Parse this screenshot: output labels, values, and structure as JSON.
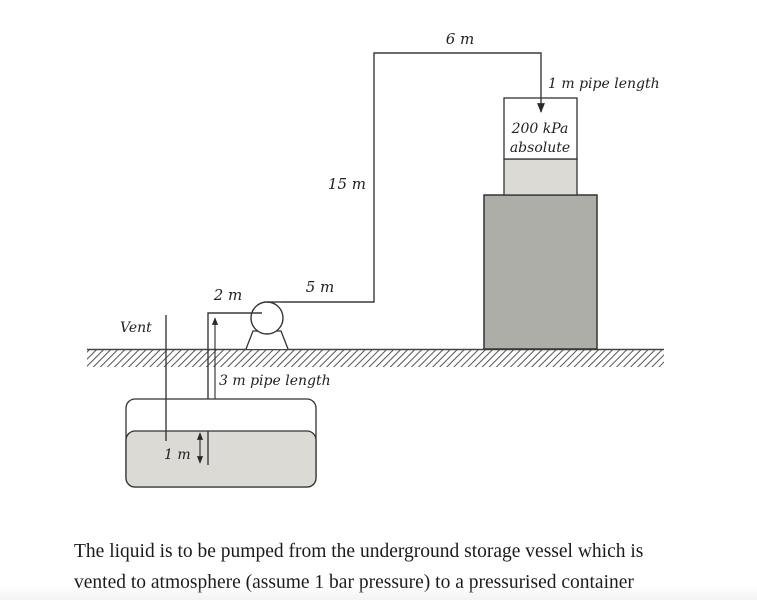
{
  "diagram": {
    "labels": {
      "top_pipe": "6 m",
      "discharge_drop": "1 m pipe length",
      "container_pressure_line1": "200 kPa",
      "container_pressure_line2": "absolute",
      "riser": "15 m",
      "pump_outlet_run": "5 m",
      "pump_suction_run": "2 m",
      "vent": "Vent",
      "suction_leg": "3 m pipe length",
      "liquid_depth": "1 m"
    },
    "colors": {
      "line": "#3a3a3a",
      "liquid": "#dcdad5",
      "pressurised_liquid": "#dcdad5",
      "support_block": "#aeaea9",
      "hatch": "#555555"
    }
  },
  "caption": {
    "line1": "The liquid is to be pumped from the underground storage vessel which is",
    "line2": "vented to atmosphere (assume 1 bar pressure) to a pressurised container"
  }
}
